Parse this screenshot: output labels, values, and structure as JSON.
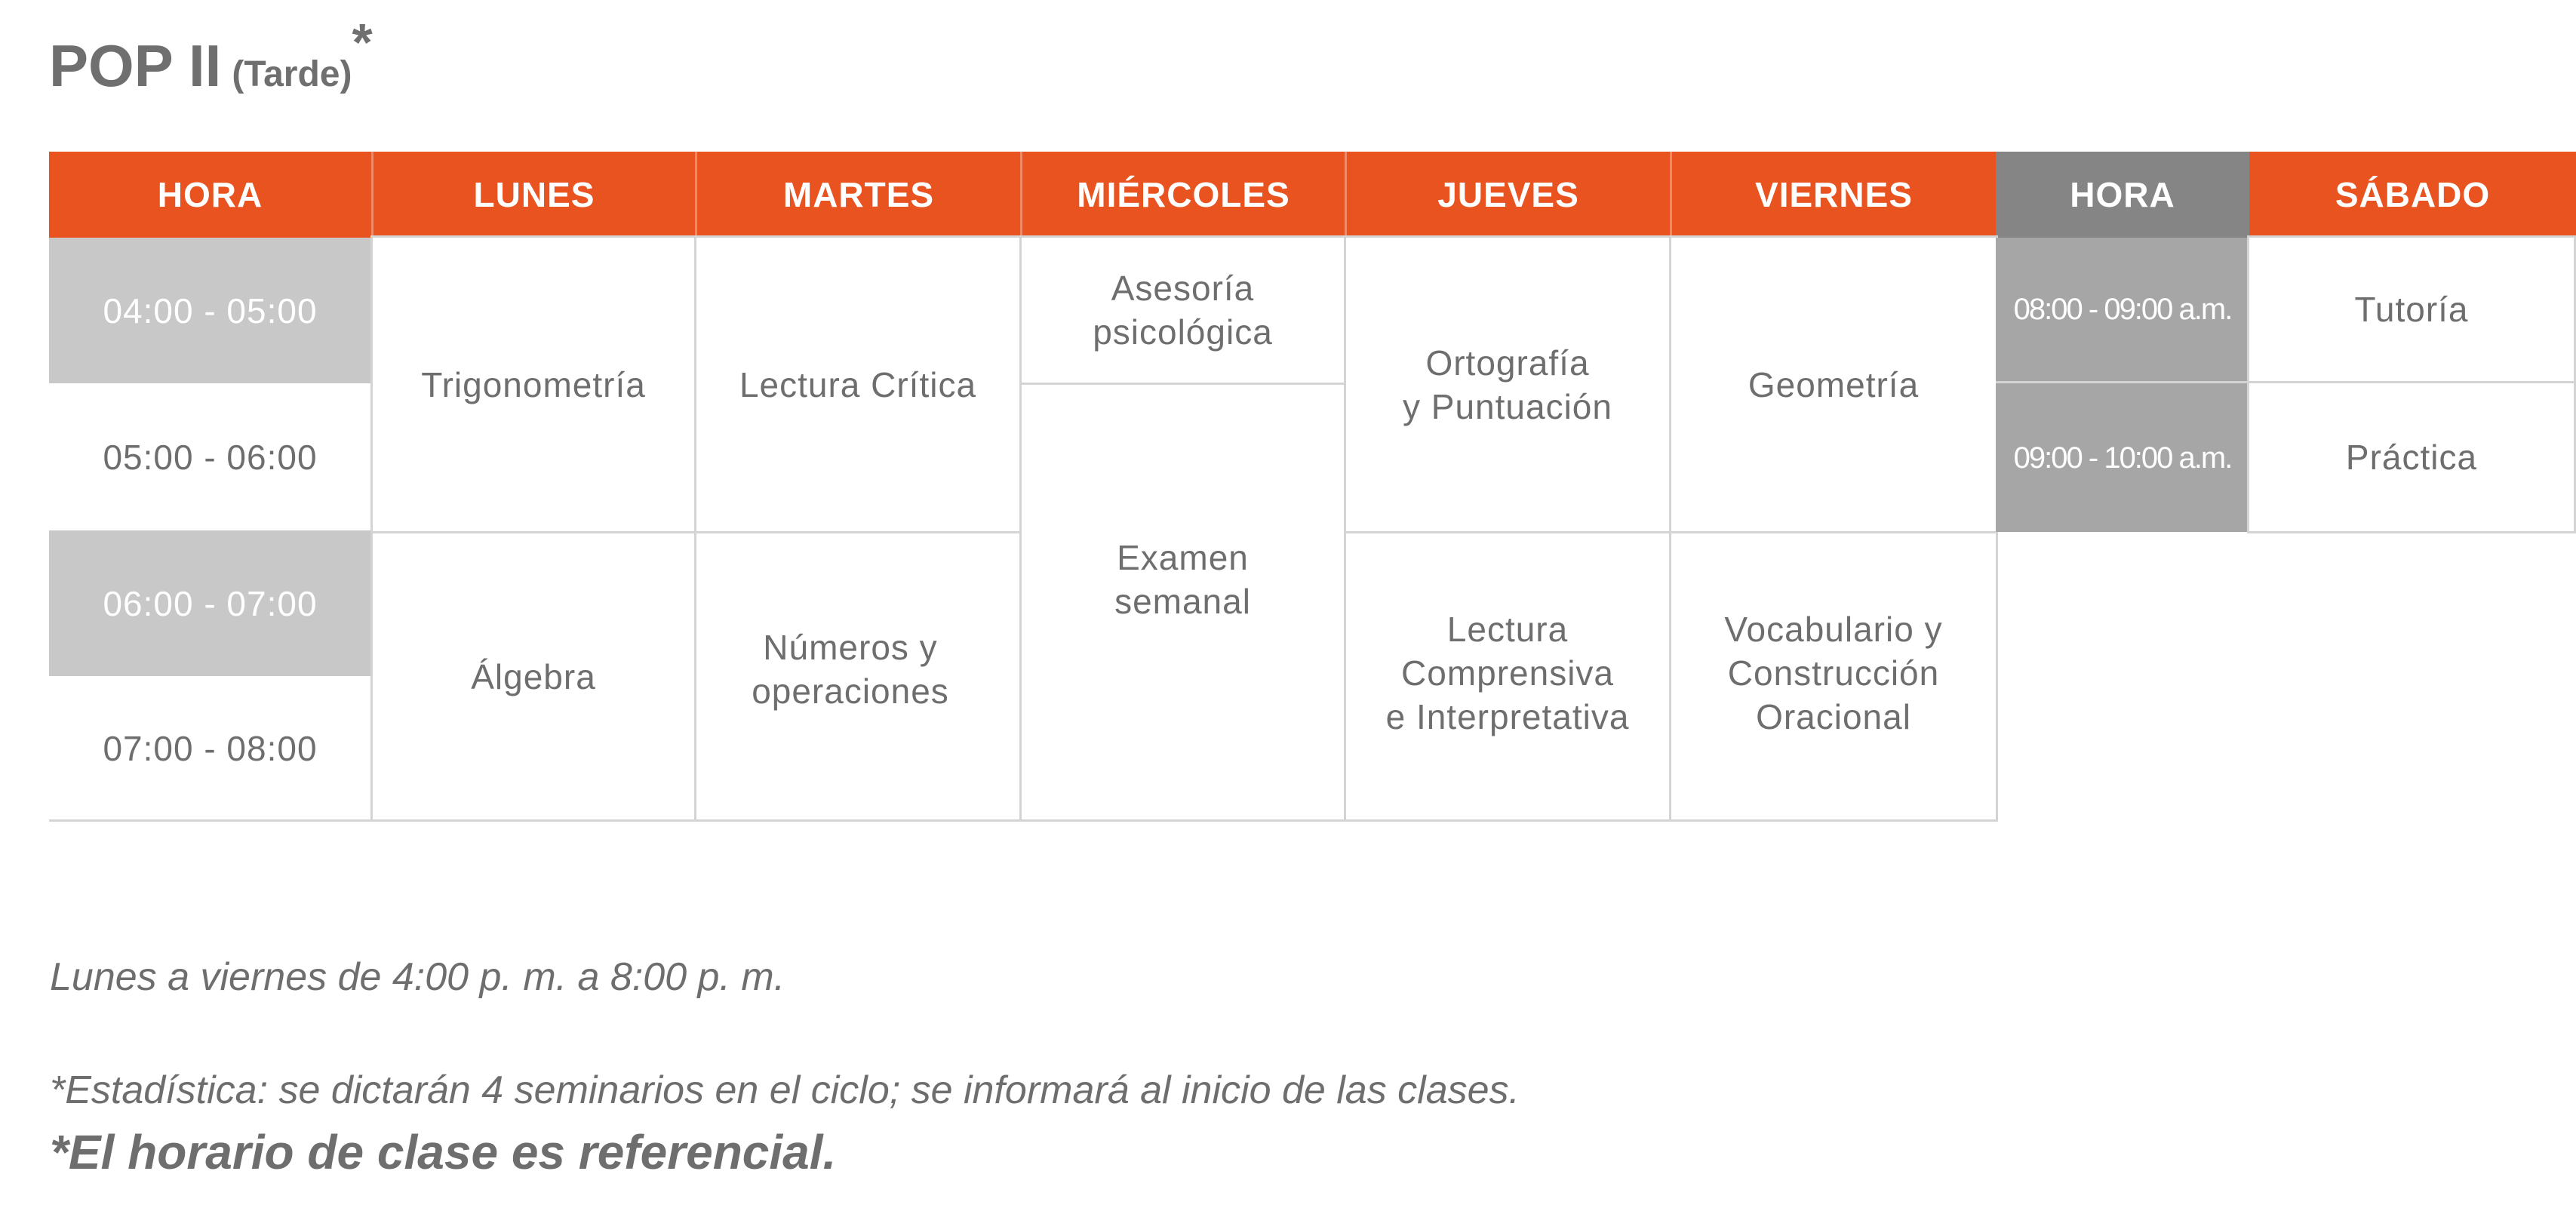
{
  "title": {
    "main": "POP II",
    "sub": "(Tarde)",
    "star": "*"
  },
  "headers": {
    "hora": "HORA",
    "lunes": "LUNES",
    "martes": "MARTES",
    "miercoles": "MIÉRCOLES",
    "jueves": "JUEVES",
    "viernes": "VIERNES",
    "hora_sabado": "HORA",
    "sabado": "SÁBADO"
  },
  "times": [
    "04:00 - 05:00",
    "05:00 - 06:00",
    "06:00 - 07:00",
    "07:00 - 08:00"
  ],
  "classes": {
    "lunes_1": "Trigonometría",
    "lunes_2": "Álgebra",
    "martes_1": "Lectura Crítica",
    "martes_2": "Números y\noperaciones",
    "miercoles_1": "Asesoría\npsicológica",
    "miercoles_2": "Examen\nsemanal",
    "jueves_1": "Ortografía\ny Puntuación",
    "jueves_2": "Lectura\nComprensiva\ne Interpretativa",
    "viernes_1": "Geometría",
    "viernes_2": "Vocabulario y\nConstrucción\nOracional"
  },
  "sabado": {
    "times": [
      "08:00 - 09:00 a.m.",
      "09:00 - 10:00 a.m."
    ],
    "classes": [
      "Tutoría",
      "Práctica"
    ]
  },
  "notes": {
    "schedule": "Lunes a viernes de 4:00 p. m. a 8:00 p. m.",
    "statistics": "*Estadística: se dictarán 4 seminarios en el ciclo; se informará al inicio de las clases.",
    "reference": "*El horario de clase es referencial."
  },
  "colors": {
    "header_orange": "#e8531f",
    "header_gray": "#858585",
    "time_dark": "#c8c8c8",
    "saturday_time": "#a6a6a6"
  }
}
